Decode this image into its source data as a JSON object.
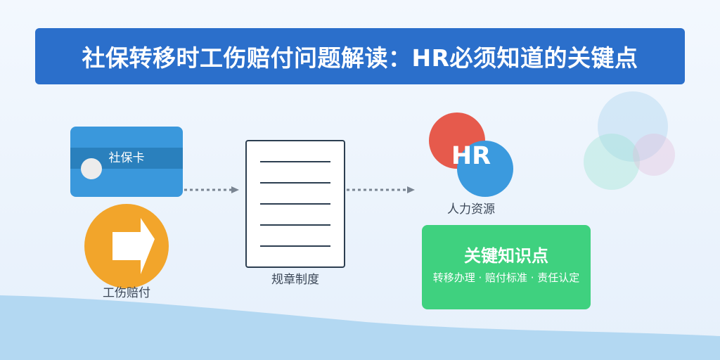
{
  "banner": {
    "title": "社保转移时工伤赔付问题解读：HR必须知道的关键点"
  },
  "social_card": {
    "label": "社保卡"
  },
  "injury": {
    "label": "工伤赔付"
  },
  "regulations": {
    "label": "规章制度"
  },
  "hr": {
    "badge": "HR",
    "label": "人力资源"
  },
  "knowledge": {
    "title": "关键知识点",
    "subtitle": "转移办理 · 赔付标准 · 责任认定"
  },
  "colors": {
    "banner": "#2b6fcb",
    "card": "#3a98dc",
    "arrow_circle": "#f2a52b",
    "hr_red": "#e65a4c",
    "hr_blue": "#3b9ade",
    "knowledge_box": "#3fd17f",
    "wave": "#b3d8f2"
  },
  "icons": {
    "arrow": "arrow-right-icon",
    "document": "document-icon",
    "card": "id-card-icon"
  }
}
